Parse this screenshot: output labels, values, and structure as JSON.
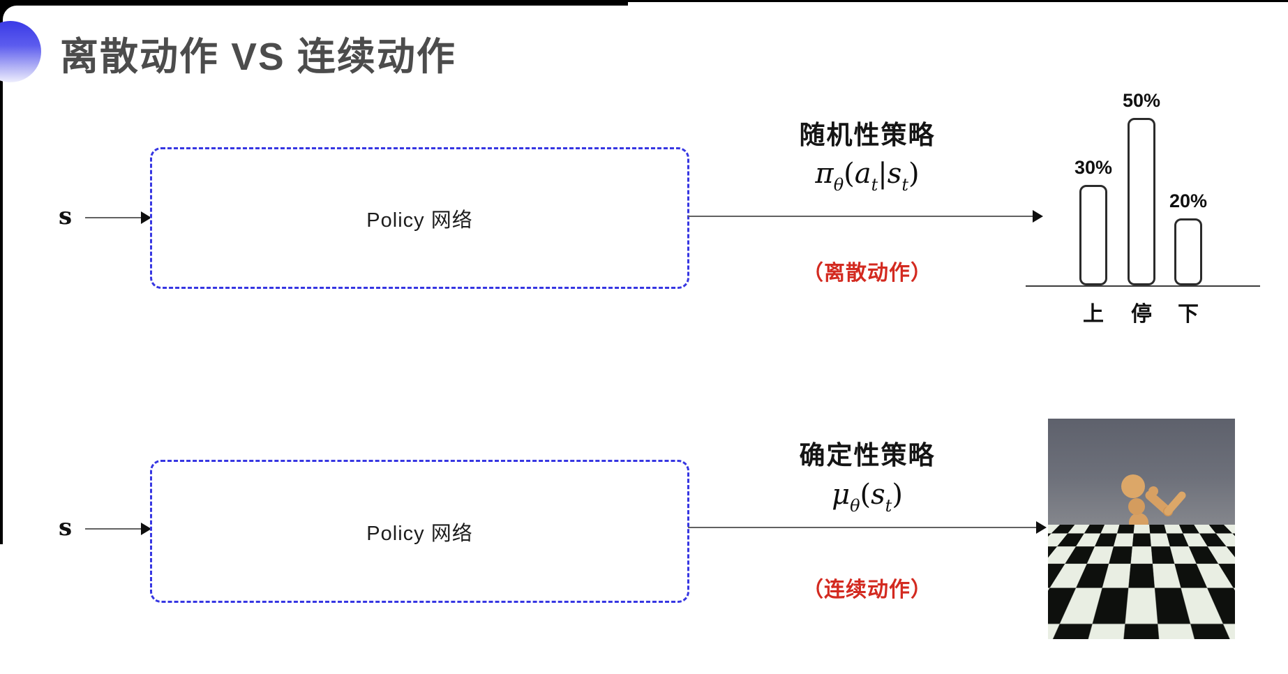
{
  "slide": {
    "title": "离散动作 VS 连续动作"
  },
  "top_row": {
    "input_label": "s",
    "box_label": "Policy 网络",
    "policy_type": "随机性策略",
    "formula": {
      "sym": "π",
      "sym_sub": "θ",
      "lparen": "(",
      "arg1": "a",
      "arg1_sub": "t",
      "sep": "|",
      "arg2": "s",
      "arg2_sub": "t",
      "rparen": ")"
    },
    "action_note": "（离散动作）"
  },
  "bottom_row": {
    "input_label": "s",
    "box_label": "Policy 网络",
    "policy_type": "确定性策略",
    "formula": {
      "sym": "μ",
      "sym_sub": "θ",
      "lparen": "(",
      "arg2": "s",
      "arg2_sub": "t",
      "rparen": ")"
    },
    "action_note": "（连续动作）"
  },
  "chart_data": {
    "type": "bar",
    "categories": [
      "上",
      "停",
      "下"
    ],
    "values": [
      30,
      50,
      20
    ],
    "value_labels": [
      "30%",
      "50%",
      "20%"
    ],
    "title": "",
    "xlabel": "",
    "ylabel": "",
    "ylim": [
      0,
      55
    ],
    "grid": false,
    "legend": false,
    "axis_line": true,
    "bar_fill": "#ffffff",
    "bar_stroke": "#2b2b2b"
  },
  "robot_picture": {
    "semantic": "humanoid-robot-simulation",
    "floor": "black-white-checkerboard"
  },
  "colors": {
    "accent_blue": "#3636e2",
    "title_gray": "#4c4c4c",
    "note_red": "#d32a20",
    "text_black": "#151515"
  }
}
